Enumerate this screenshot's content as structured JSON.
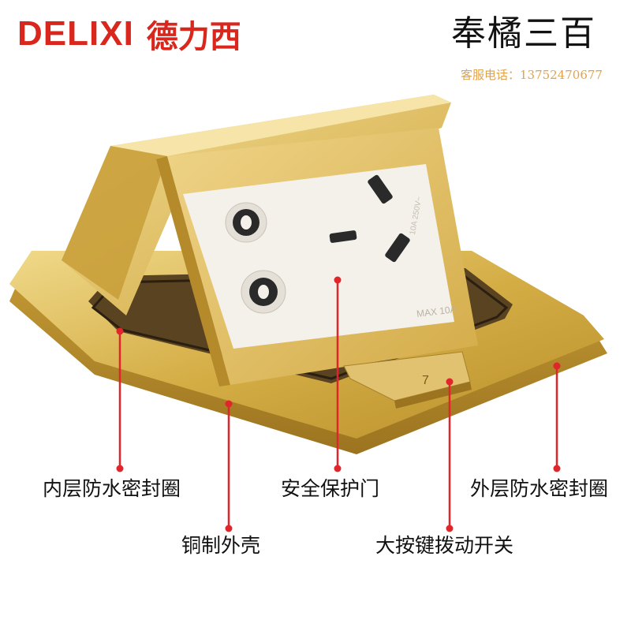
{
  "brand": {
    "name_en": "DELIXI",
    "name_cn": "德力西",
    "color": "#d9271d"
  },
  "store": {
    "name": "奉橘三百",
    "hotline": "客服电话：13752470677"
  },
  "product": {
    "socket_label": "MAX 10A",
    "rating": "10A 250V~",
    "switch_mark": "7"
  },
  "callouts": {
    "inner_seal": "内层防水密封圈",
    "safety_door": "安全保护门",
    "outer_seal": "外层防水密封圈",
    "copper_shell": "铜制外壳",
    "big_switch": "大按键拨动开关"
  },
  "colors": {
    "gold": "#d7b24c",
    "line": "#e0252b"
  }
}
